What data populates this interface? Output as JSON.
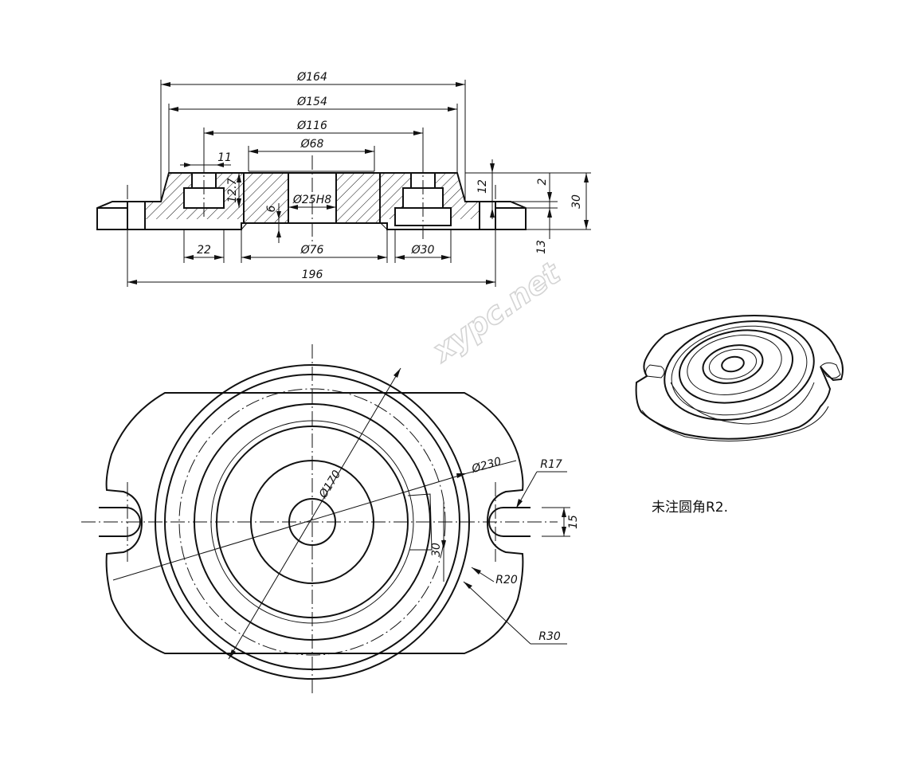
{
  "section_view": {
    "dims": {
      "d164": "Ø164",
      "d154": "Ø154",
      "d116": "Ø116",
      "d68": "Ø68",
      "d25h8": "Ø25H8",
      "d76": "Ø76",
      "d30": "Ø30",
      "w11": "11",
      "h127": "12.7",
      "h6": "6",
      "w22": "22",
      "w196": "196",
      "h2": "2",
      "h12": "12",
      "h30": "30",
      "h13": "13"
    }
  },
  "plan_view": {
    "dims": {
      "d170": "Ø170",
      "d230": "Ø230",
      "r17": "R17",
      "w15": "15",
      "h30": "30",
      "r20": "R20",
      "r30": "R30"
    }
  },
  "note": "未注圆角R2.",
  "watermark": "xypc.net"
}
